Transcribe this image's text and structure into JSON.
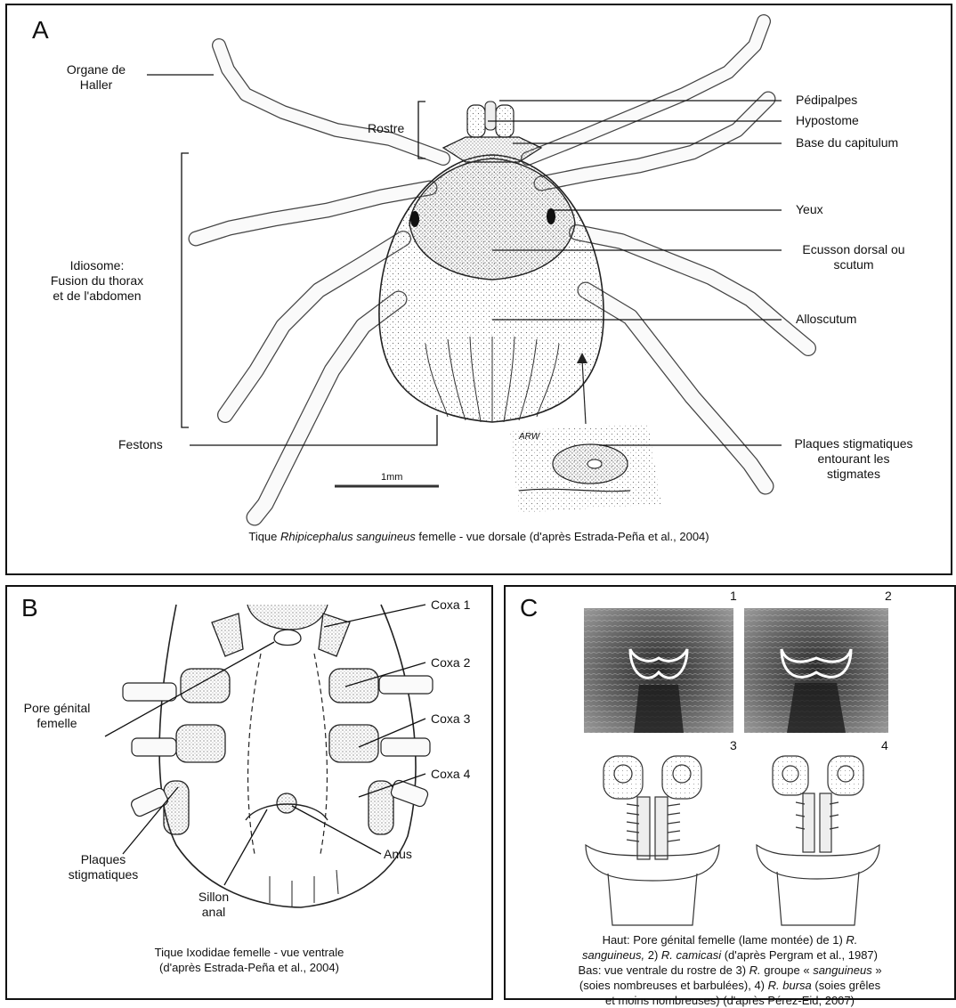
{
  "panelA": {
    "letter": "A",
    "labels": {
      "organe_line1": "Organe de",
      "organe_line2": "Haller",
      "rostre": "Rostre",
      "idiosome_line1": "Idiosome:",
      "idiosome_line2": "Fusion du thorax",
      "idiosome_line3": "et de l'abdomen",
      "festons": "Festons",
      "pedipalpes": "Pédipalpes",
      "hypostome": "Hypostome",
      "base_capitulum": "Base du capitulum",
      "yeux": "Yeux",
      "ecusson_line1": "Ecusson dorsal ou",
      "ecusson_line2": "scutum",
      "alloscutum": "Alloscutum",
      "plaques_line1": "Plaques stigmatiques",
      "plaques_line2": "entourant  les",
      "plaques_line3": "stigmates",
      "scale": "1mm",
      "arw": "ARW"
    },
    "caption": {
      "before": "Tique ",
      "italic": "Rhipicephalus sanguineus",
      "after": " femelle - vue dorsale (d'après Estrada-Peña et al., 2004)"
    }
  },
  "panelB": {
    "letter": "B",
    "labels": {
      "coxa1": "Coxa 1",
      "coxa2": "Coxa 2",
      "coxa3": "Coxa 3",
      "coxa4": "Coxa 4",
      "pore_line1": "Pore génital",
      "pore_line2": "femelle",
      "plaques_line1": "Plaques",
      "plaques_line2": "stigmatiques",
      "sillon_line1": "Sillon",
      "sillon_line2": "anal",
      "anus": "Anus"
    },
    "caption_line1": "Tique Ixodidae femelle - vue ventrale",
    "caption_line2": "(d'après Estrada-Peña et al., 2004)"
  },
  "panelC": {
    "letter": "C",
    "numbers": [
      "1",
      "2",
      "3",
      "4"
    ],
    "caption": {
      "l1a": "Haut: Pore génital femelle  (lame montée) de 1) ",
      "l1b": "R.",
      "l2a": "sanguineus,",
      "l2b": " 2) ",
      "l2c": "R. camicasi",
      "l2d": " (d'après Pergram et al., 1987)",
      "l3a": "Bas: vue ventrale du  rostre de 3) ",
      "l3b": "R.",
      "l3c": " groupe « ",
      "l3d": "sanguineus",
      "l3e": " »",
      "l4a": "(soies nombreuses et barbulées), 4) ",
      "l4b": "R. bursa",
      "l4c": " (soies  grêles",
      "l5": "et moins nombreuses) (d'après Pérez-Eid, 2007)"
    }
  }
}
